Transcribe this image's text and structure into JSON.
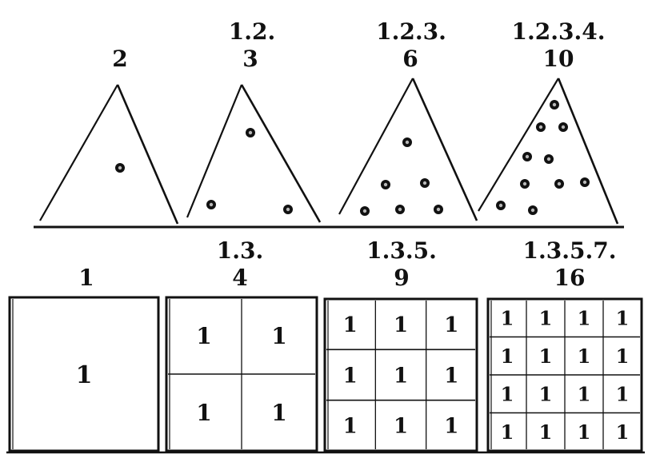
{
  "triangles": [
    {
      "sum": "",
      "total": "2",
      "dots": 1
    },
    {
      "sum": "1.2.",
      "total": "3",
      "dots": 3
    },
    {
      "sum": "1.2.3.",
      "total": "6",
      "dots": 6
    },
    {
      "sum": "1.2.3.4.",
      "total": "10",
      "dots": 10
    }
  ],
  "squares": [
    {
      "sum": "",
      "total": "1",
      "n": 1,
      "cell": "1"
    },
    {
      "sum": "1.3.",
      "total": "4",
      "n": 2,
      "cell": "1"
    },
    {
      "sum": "1.3.5.",
      "total": "9",
      "n": 3,
      "cell": "1"
    },
    {
      "sum": "1.3.5.7.",
      "total": "16",
      "n": 4,
      "cell": "1"
    }
  ]
}
